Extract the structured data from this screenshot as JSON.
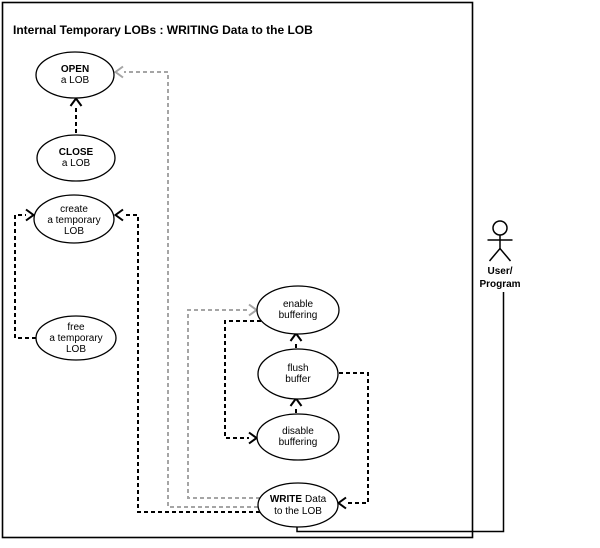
{
  "diagram": {
    "title": "Internal Temporary LOBs : WRITING Data to the LOB",
    "nodes": {
      "open": {
        "line1": "OPEN",
        "line2": "a LOB"
      },
      "close": {
        "line1": "CLOSE",
        "line2": "a LOB"
      },
      "create": {
        "line1": "create",
        "line2": "a temporary",
        "line3": "LOB"
      },
      "free": {
        "line1": "free",
        "line2": "a temporary",
        "line3": "LOB"
      },
      "enable": {
        "line1": "enable",
        "line2": "buffering"
      },
      "flush": {
        "line1": "flush",
        "line2": "buffer"
      },
      "disable": {
        "line1": "disable",
        "line2": "buffering"
      },
      "write": {
        "line1_bold": "WRITE",
        "line1_rest": "Data",
        "line2": "to the LOB"
      }
    },
    "actor": {
      "line1": "User/",
      "line2": "Program"
    },
    "colors": {
      "ink": "#000000",
      "muted_arrow": "#a5a5a5",
      "background": "#ffffff"
    }
  }
}
